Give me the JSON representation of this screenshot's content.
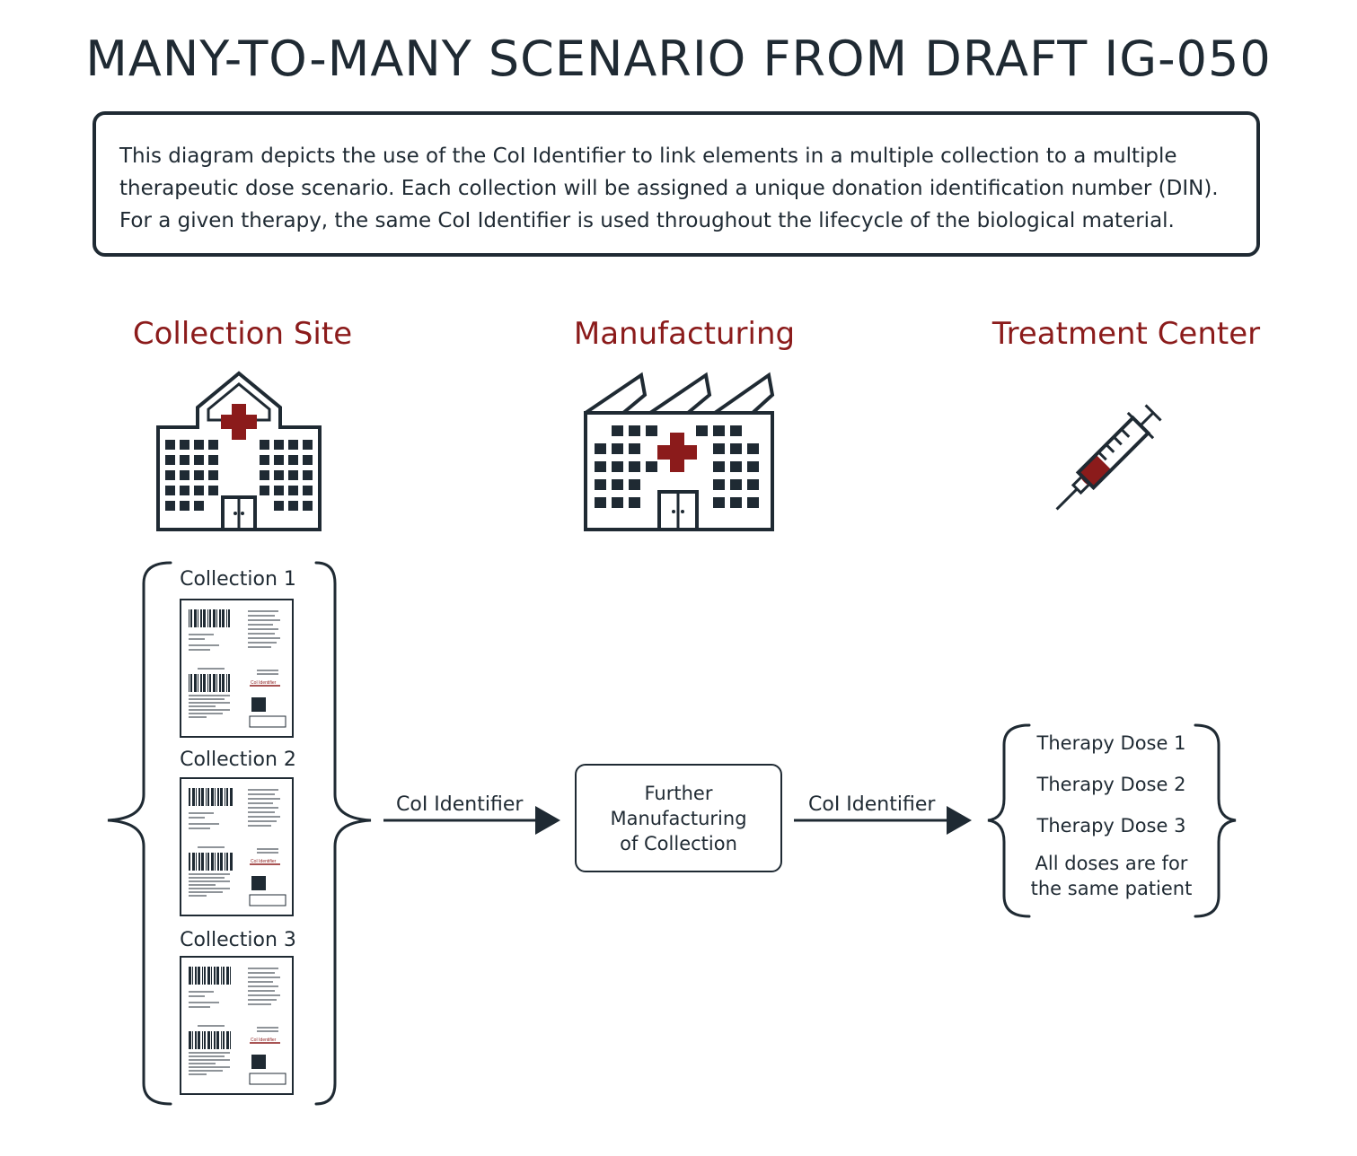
{
  "title": "MANY-TO-MANY SCENARIO FROM DRAFT IG-050",
  "description": "This diagram depicts the use of the CoI Identifier to link elements in a multiple collection to a multiple therapeutic dose scenario. Each collection will be assigned a unique donation identification number (DIN). For a given therapy, the same CoI Identifier is used throughout the lifecycle of the biological material.",
  "stages": {
    "collection": "Collection Site",
    "manufacturing": "Manufacturing",
    "treatment": "Treatment Center"
  },
  "collections": [
    "Collection 1",
    "Collection 2",
    "Collection 3"
  ],
  "label_tag": "CoI Identifier",
  "edges": {
    "to_manufacturing": "CoI Identifier",
    "to_treatment": "CoI Identifier"
  },
  "process": {
    "line1": "Further",
    "line2": "Manufacturing",
    "line3": "of Collection"
  },
  "doses": [
    "Therapy Dose 1",
    "Therapy Dose 2",
    "Therapy Dose 3"
  ],
  "dose_note": {
    "line1": "All doses are for",
    "line2": "the same patient"
  },
  "colors": {
    "dark": "#1f2a33",
    "accent": "#8b1b1b"
  }
}
